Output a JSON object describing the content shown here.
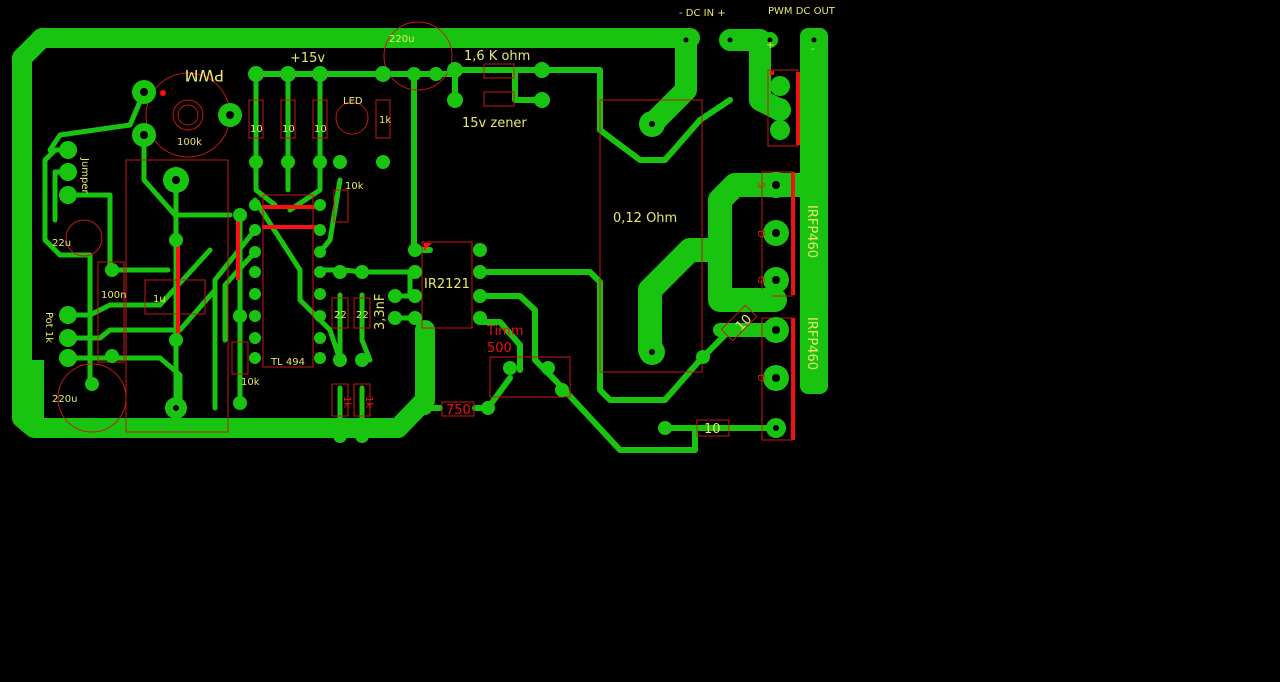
{
  "labels": {
    "dc_in": "-    DC IN    +",
    "pwm_dc_out": "PWM DC OUT",
    "out_plus": "+",
    "out_minus": "-",
    "rail": "+15v",
    "cap_top": "220u",
    "r_zener": "1,6 K ohm",
    "zener": "15v zener",
    "pwm": "PWM",
    "pot_100k": "100k",
    "r10_a": "10",
    "r10_b": "10",
    "r10_c": "10",
    "led": "LED",
    "r_1k_led": "1k",
    "jumper": "Jumper",
    "cap_22u": "22u",
    "cap_100n": "100n",
    "cap_1u": "1u",
    "pot_1k": "Pot 1k",
    "cap_220u_bottom": "220u",
    "r_10k_top": "10k",
    "r_10k_bottom": "10k",
    "tl494": "TL 494",
    "c_33nf": "3,3nF",
    "r_22_a": "22",
    "r_22_b": "22",
    "r_1k_a": "1k",
    "r_1k_b": "1k",
    "ir2121": "IR2121",
    "shunt": "0,12 Ohm",
    "timm": "Timm",
    "timm_val": "500",
    "r_750": "750",
    "r_10_gate": "10",
    "r_10_diag": "10",
    "irfp_top": "IRFP460",
    "irfp_bottom": "IRFP460",
    "pin_s1": "S",
    "pin_d1": "D",
    "pin_g1": "G",
    "pin_d2": "D"
  },
  "colors": {
    "copper": "#19c410",
    "silkscreen": "#e8e86a",
    "outline": "#c81818",
    "highlight": "#ff1010",
    "background": "#000000"
  }
}
